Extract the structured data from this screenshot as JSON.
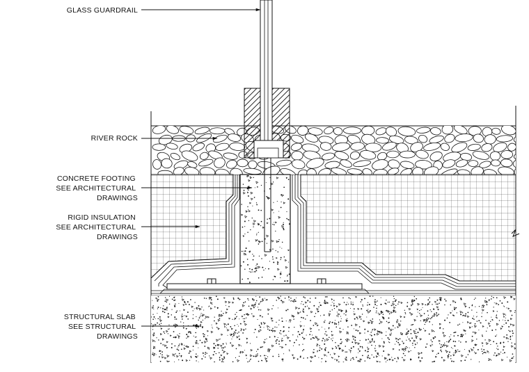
{
  "labels": {
    "glass_guardrail": [
      "GLASS GUARDRAIL"
    ],
    "river_rock": [
      "RIVER ROCK"
    ],
    "concrete_footing": [
      "CONCRETE FOOTING",
      "SEE ARCHITECTURAL",
      "DRAWINGS"
    ],
    "rigid_insulation": [
      "RIGID INSULATION",
      "SEE ARCHITECTURAL",
      "DRAWINGS"
    ],
    "structural_slab": [
      "STRUCTURAL SLAB",
      "SEE STRUCTURAL",
      "DRAWINGS"
    ]
  },
  "colors": {
    "line": "#111111",
    "paper": "#ffffff"
  }
}
